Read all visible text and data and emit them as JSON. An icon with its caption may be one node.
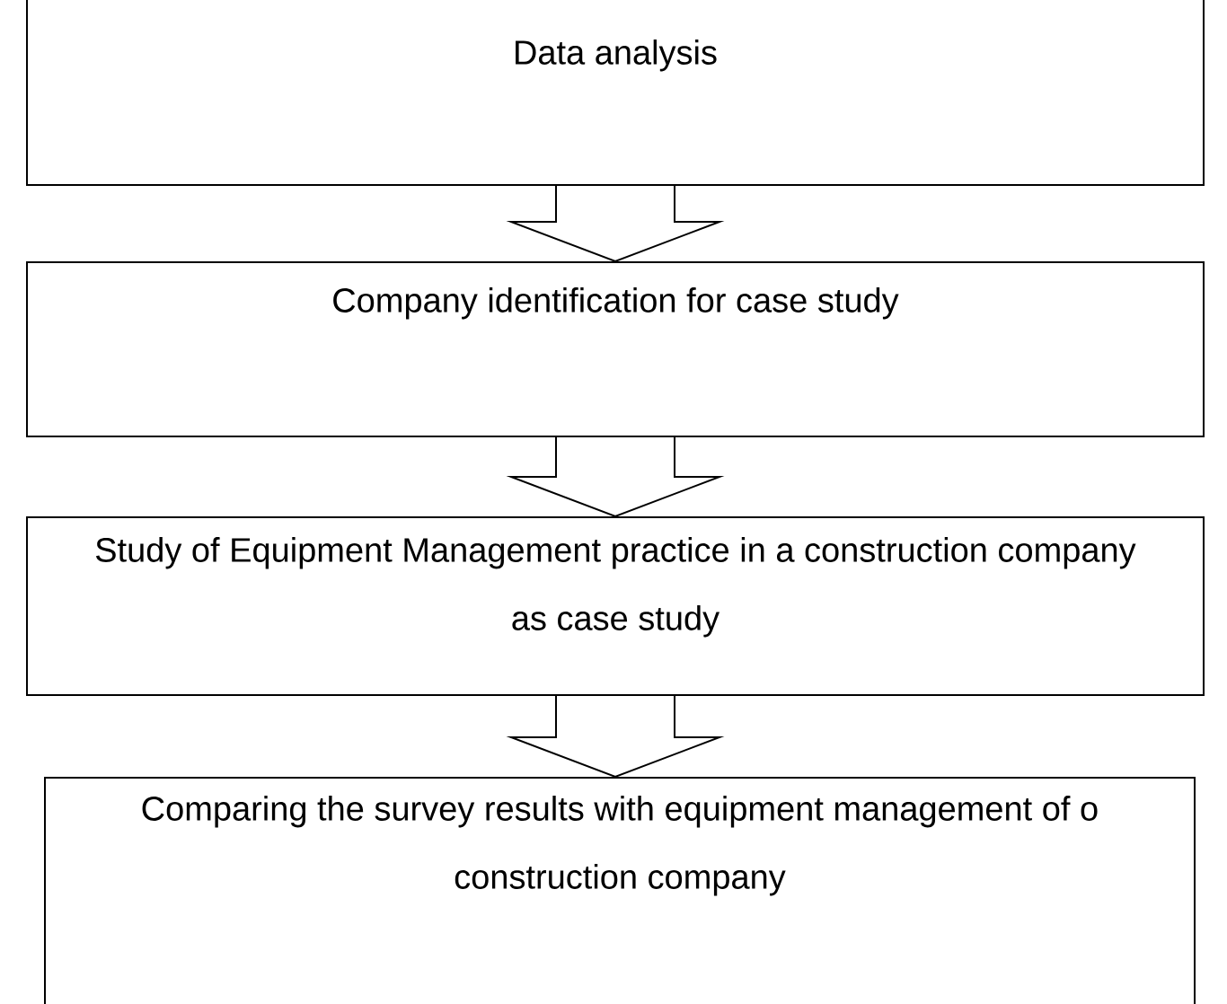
{
  "diagram": {
    "nodes": [
      {
        "text": [
          "Data analysis"
        ]
      },
      {
        "text": [
          "Company identification for case study"
        ]
      },
      {
        "text": [
          "Study of Equipment Management practice in a construction company as case study"
        ]
      },
      {
        "text": [
          "Comparing the survey results with equipment management of o construction company"
        ]
      }
    ],
    "edges": [
      {
        "from": 0,
        "to": 1,
        "arrow": "to"
      },
      {
        "from": 1,
        "to": 2,
        "arrow": "to"
      },
      {
        "from": 2,
        "to": 3,
        "arrow": "to"
      }
    ]
  }
}
